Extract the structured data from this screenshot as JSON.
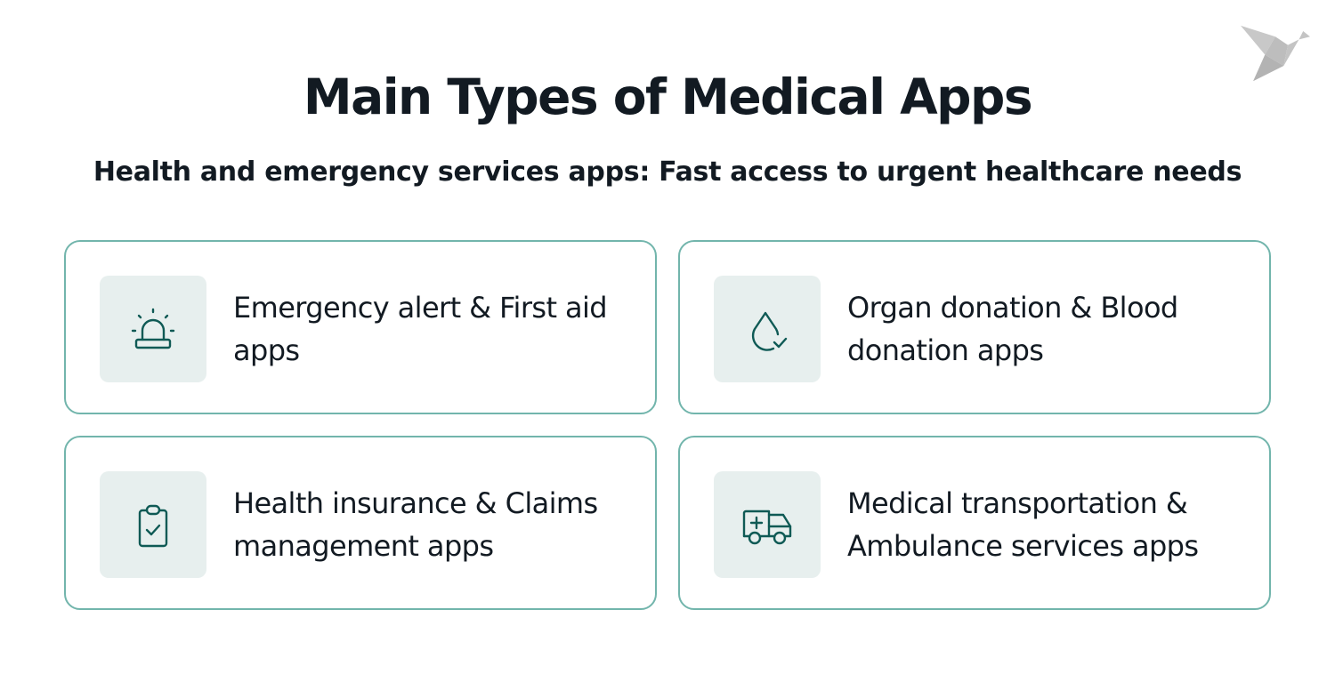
{
  "header": {
    "title": "Main Types of Medical Apps",
    "subtitle": "Health and emergency services apps: Fast access to urgent healthcare needs",
    "logo_icon": "origami-bird-icon"
  },
  "colors": {
    "text": "#121a22",
    "card_border": "#72b5ac",
    "icon_bg": "#e7efee",
    "icon_stroke": "#0f5a55",
    "logo": "#c6c6c6"
  },
  "cards": [
    {
      "label": "Emergency alert & First aid apps",
      "icon": "siren-icon"
    },
    {
      "label": "Organ donation & Blood donation apps",
      "icon": "blood-drop-check-icon"
    },
    {
      "label": "Health insurance & Claims management apps",
      "icon": "clipboard-check-icon"
    },
    {
      "label": "Medical transportation & Ambulance services apps",
      "icon": "ambulance-icon"
    }
  ]
}
